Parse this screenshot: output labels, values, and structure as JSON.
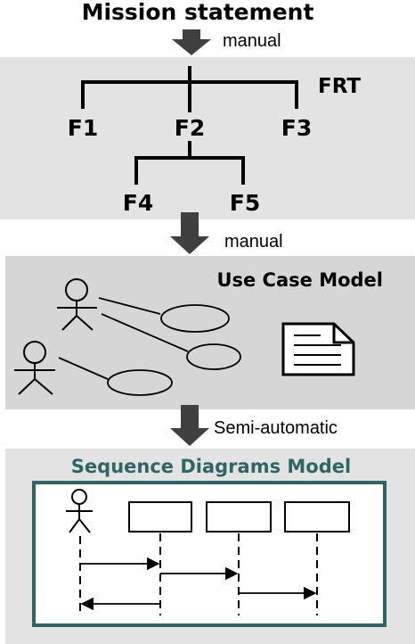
{
  "title": "Mission statement",
  "steps": [
    {
      "label": "manual"
    },
    {
      "label": "manual"
    },
    {
      "label": "Semi-automatic"
    }
  ],
  "frt": {
    "label": "FRT",
    "nodes": [
      "F1",
      "F2",
      "F3",
      "F4",
      "F5"
    ]
  },
  "use_case": {
    "label": "Use Case Model",
    "icons": [
      "actor-icon",
      "use-case-ellipse",
      "document-icon"
    ]
  },
  "sequence": {
    "label": "Sequence Diagrams Model",
    "title_color": "#2e6666",
    "frame_color": "#2e6666",
    "icons": [
      "actor-icon",
      "lifeline",
      "message-arrow"
    ]
  },
  "colors": {
    "panel_bg": "#e3e3e3",
    "use_case_panel_bg": "#d6d6d6",
    "arrow": "#404040",
    "ink": "#000000"
  }
}
